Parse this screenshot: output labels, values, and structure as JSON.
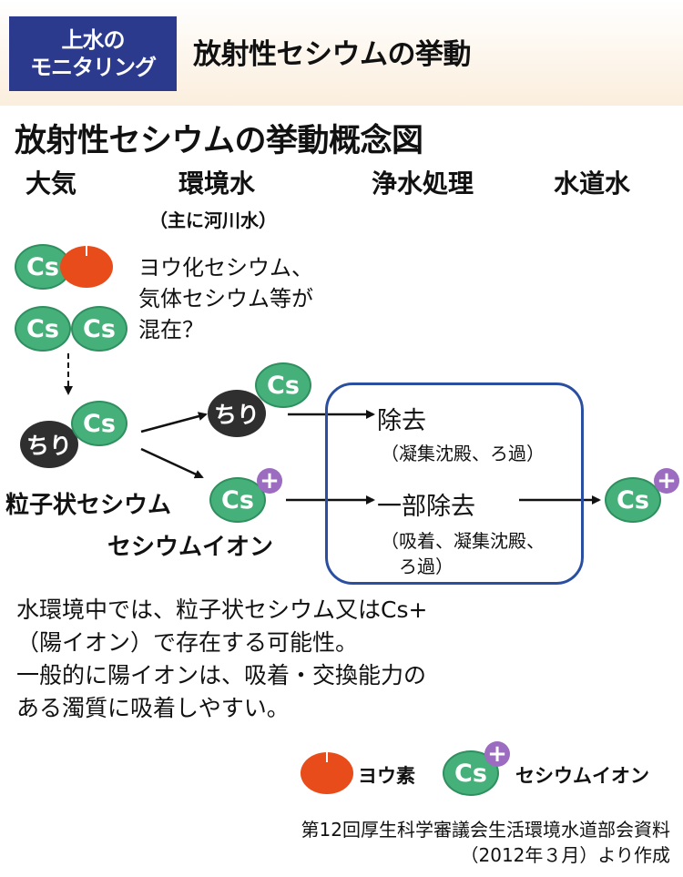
{
  "header": {
    "badge_line1": "上水の",
    "badge_line2": "モニタリング",
    "title": "放射性セシウムの挙動"
  },
  "diagram": {
    "title": "放射性セシウムの挙動概念図",
    "columns": {
      "atmosphere": "大気",
      "env_water": "環境水",
      "env_water_sub": "（主に河川水）",
      "purification": "浄水処理",
      "tap_water": "水道水"
    },
    "atm_note_line1": "ヨウ化セシウム、",
    "atm_note_line2": "気体セシウム等が",
    "atm_note_line3": "混在？",
    "cs_label": "Cs",
    "plus_label": "+",
    "chiri_label": "ちり",
    "particulate_label": "粒子状セシウム",
    "ion_label": "セシウムイオン",
    "removal": "除去",
    "removal_detail": "（凝集沈殿、ろ過）",
    "partial_removal": "一部除去",
    "partial_detail_line1": "（吸着、凝集沈殿、",
    "partial_detail_line2": "ろ過）"
  },
  "description": {
    "line1": "水環境中では、粒子状セシウム又はCs+",
    "line2": "（陽イオン）で存在する可能性。",
    "line3": "一般的に陽イオンは、吸着・交換能力の",
    "line4": "ある濁質に吸着しやすい。"
  },
  "legend": {
    "iodine": "ヨウ素",
    "cesium_ion": "セシウムイオン"
  },
  "source": {
    "line1": "第12回厚生科学審議会生活環境水道部会資料",
    "line2": "（2012年３月）より作成"
  },
  "colors": {
    "cesium": "#46b07a",
    "iodine": "#e84c1a",
    "dust": "#2f2f2f",
    "positive_charge": "#9b6cbf",
    "badge": "#2b3a8c",
    "box_border": "#2b4fa0"
  }
}
